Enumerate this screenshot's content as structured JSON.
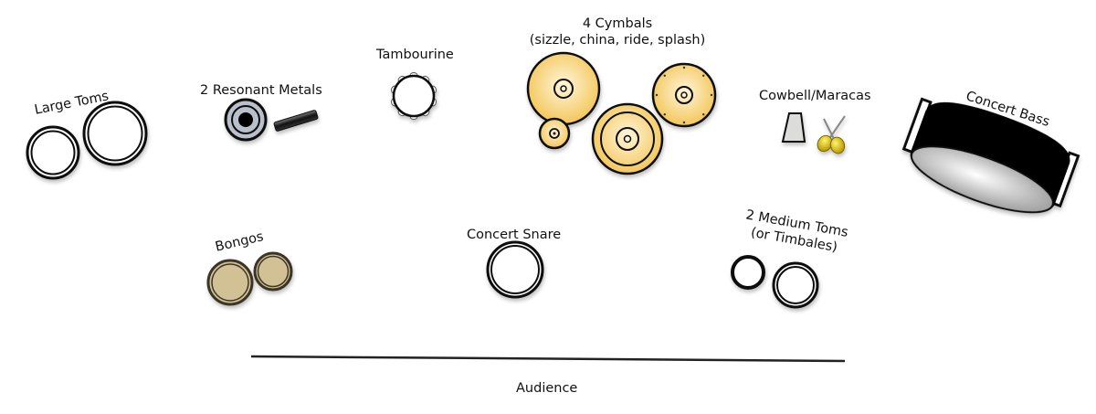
{
  "title": "Percussion setup diagram",
  "instruments": {
    "large_toms": {
      "label": "Large Toms"
    },
    "resonant_metals": {
      "label": "2 Resonant Metals"
    },
    "tambourine": {
      "label": "Tambourine"
    },
    "cymbals": {
      "label_line1": "4 Cymbals",
      "label_line2": "(sizzle, china, ride, splash)"
    },
    "cowbell_maracas": {
      "label": "Cowbell/Maracas"
    },
    "concert_bass": {
      "label": "Concert Bass"
    },
    "bongos": {
      "label": "Bongos"
    },
    "concert_snare": {
      "label": "Concert Snare"
    },
    "medium_toms": {
      "label_line1": "2 Medium Toms",
      "label_line2": "(or Timbales)"
    }
  },
  "audience": {
    "label": "Audience"
  },
  "colors": {
    "cymbal_fill": "#f5cf6e",
    "cymbal_highlight": "#fff3d6",
    "bongo_fill": "#d3c196",
    "metal_fill": "#b9c0cc",
    "maraca_fill": "#e8c800",
    "cowbell_fill": "#dcdcda",
    "outline": "#111111"
  }
}
